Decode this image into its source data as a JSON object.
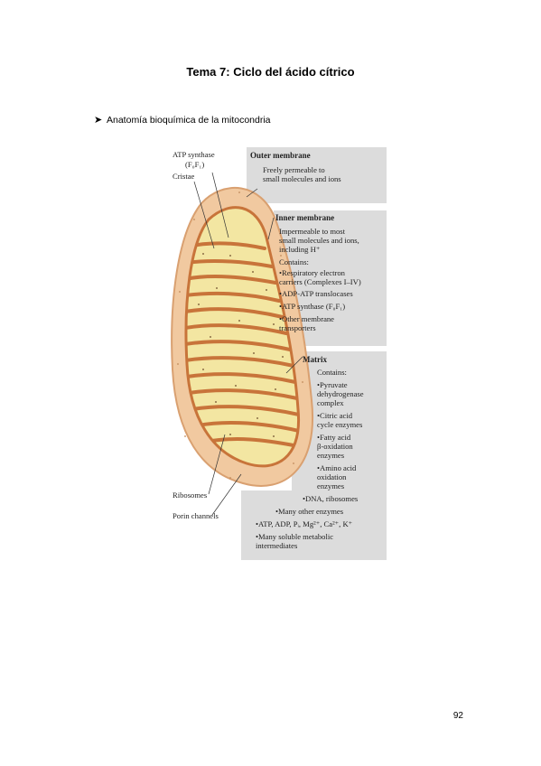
{
  "doc": {
    "title": "Tema 7: Ciclo del ácido cítrico",
    "bullet": "Anatomía bioquímica de la mitocondria",
    "page_number": "92"
  },
  "figure": {
    "left_labels": {
      "atp_synthase": "ATP synthase",
      "atp_synthase_sub": "(F₀F₁)",
      "cristae": "Cristae",
      "ribosomes": "Ribosomes",
      "porin_channels": "Porin channels"
    },
    "outer": {
      "heading": "Outer membrane",
      "lines": [
        "Freely permeable to",
        "small molecules and ions"
      ]
    },
    "inner": {
      "heading": "Inner membrane",
      "lines": [
        "Impermeable to most",
        "small molecules and ions,",
        "including H⁺",
        "Contains:",
        "•Respiratory electron",
        "  carriers (Complexes I–IV)",
        "•ADP-ATP translocases",
        "•ATP synthase (F₀F₁)",
        "•Other membrane",
        "  transporters"
      ]
    },
    "matrix": {
      "heading": "Matrix",
      "lines": [
        "Contains:",
        "•Pyruvate",
        "  dehydrogenase",
        "  complex",
        "•Citric acid",
        "  cycle enzymes",
        "•Fatty acid",
        "  β-oxidation",
        "  enzymes",
        "•Amino acid",
        "  oxidation",
        "  enzymes"
      ],
      "tail": [
        "•DNA, ribosomes",
        "•Many other enzymes",
        "•ATP, ADP, Pᵢ, Mg²⁺, Ca²⁺, K⁺",
        "•Many soluble metabolic",
        "  intermediates"
      ]
    },
    "colors": {
      "panel": "#dcdcdc",
      "outer": "#f1c9a0",
      "inner_membrane": "#c8743a",
      "matrix": "#f3e6a2"
    }
  }
}
